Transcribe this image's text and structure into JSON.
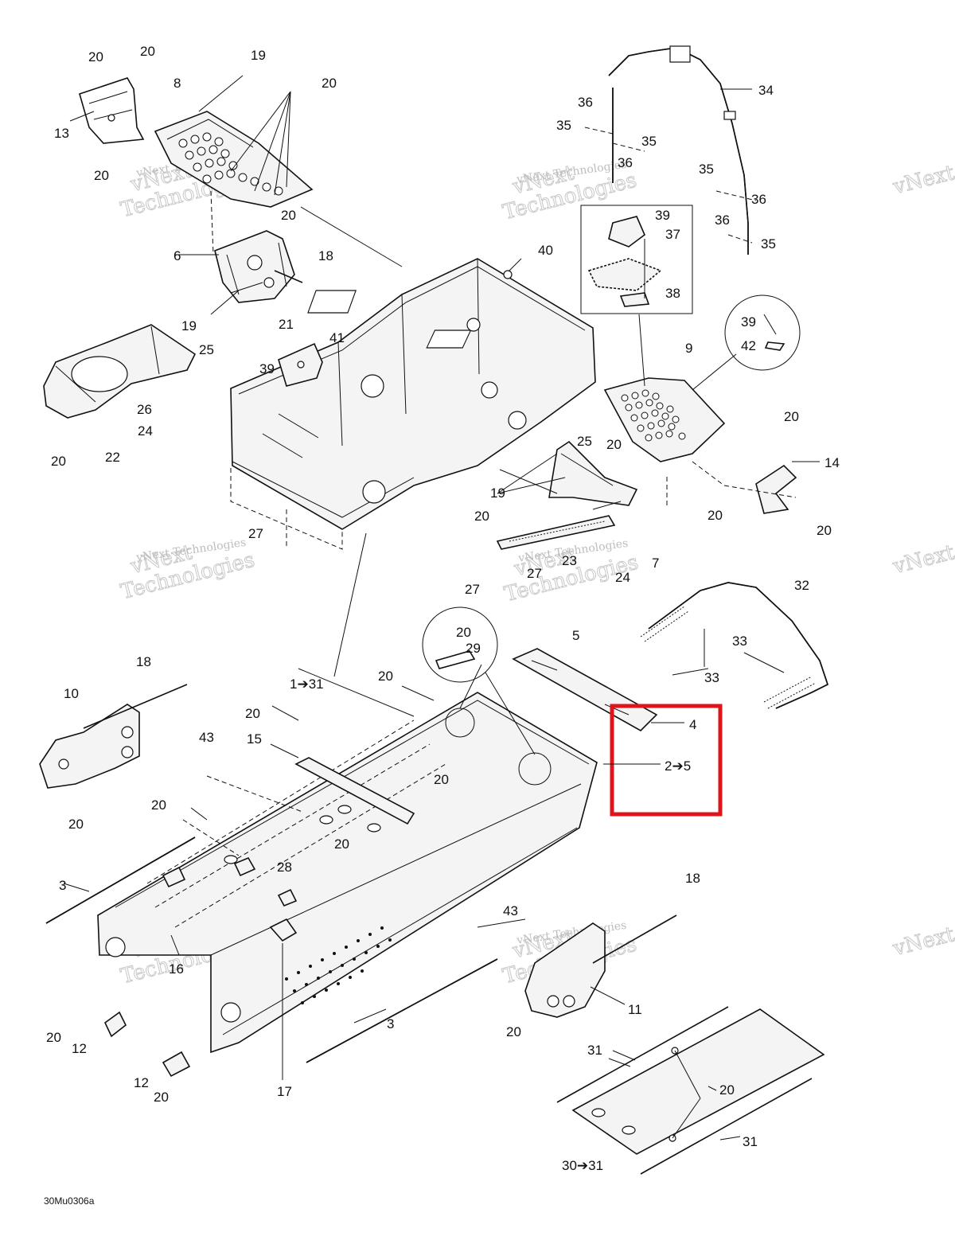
{
  "diagram_code": "30Mu0306a",
  "watermark": {
    "line1": "vNext",
    "line2": "Technologies",
    "small": "vNext Technologies"
  },
  "highlight_color": "#e0151b",
  "callouts": {
    "c1_31": "1➔31",
    "c2_5": "2➔5",
    "c3a": "3",
    "c3b": "3",
    "c4": "4",
    "c5": "5",
    "c6": "6",
    "c7": "7",
    "c8": "8",
    "c9": "9",
    "c10": "10",
    "c11": "11",
    "c12a": "12",
    "c12b": "12",
    "c13": "13",
    "c14": "14",
    "c15": "15",
    "c16": "16",
    "c17": "17",
    "c18a": "18",
    "c18b": "18",
    "c18c": "18",
    "c19a": "19",
    "c19b": "19",
    "c19c": "19",
    "c20": "20",
    "c21": "21",
    "c22": "22",
    "c23": "23",
    "c24a": "24",
    "c24b": "24",
    "c25a": "25",
    "c25b": "25",
    "c26": "26",
    "c27a": "27",
    "c27b": "27",
    "c27c": "27",
    "c28": "28",
    "c29": "29",
    "c30_31": "30➔31",
    "c31a": "31",
    "c31b": "31",
    "c32": "32",
    "c33a": "33",
    "c33b": "33",
    "c34": "34",
    "c35a": "35",
    "c35b": "35",
    "c35c": "35",
    "c35d": "35",
    "c36a": "36",
    "c36b": "36",
    "c36c": "36",
    "c36d": "36",
    "c37": "37",
    "c38": "38",
    "c39a": "39",
    "c39b": "39",
    "c39c": "39",
    "c40": "40",
    "c41": "41",
    "c42": "42",
    "c43a": "43",
    "c43b": "43"
  }
}
